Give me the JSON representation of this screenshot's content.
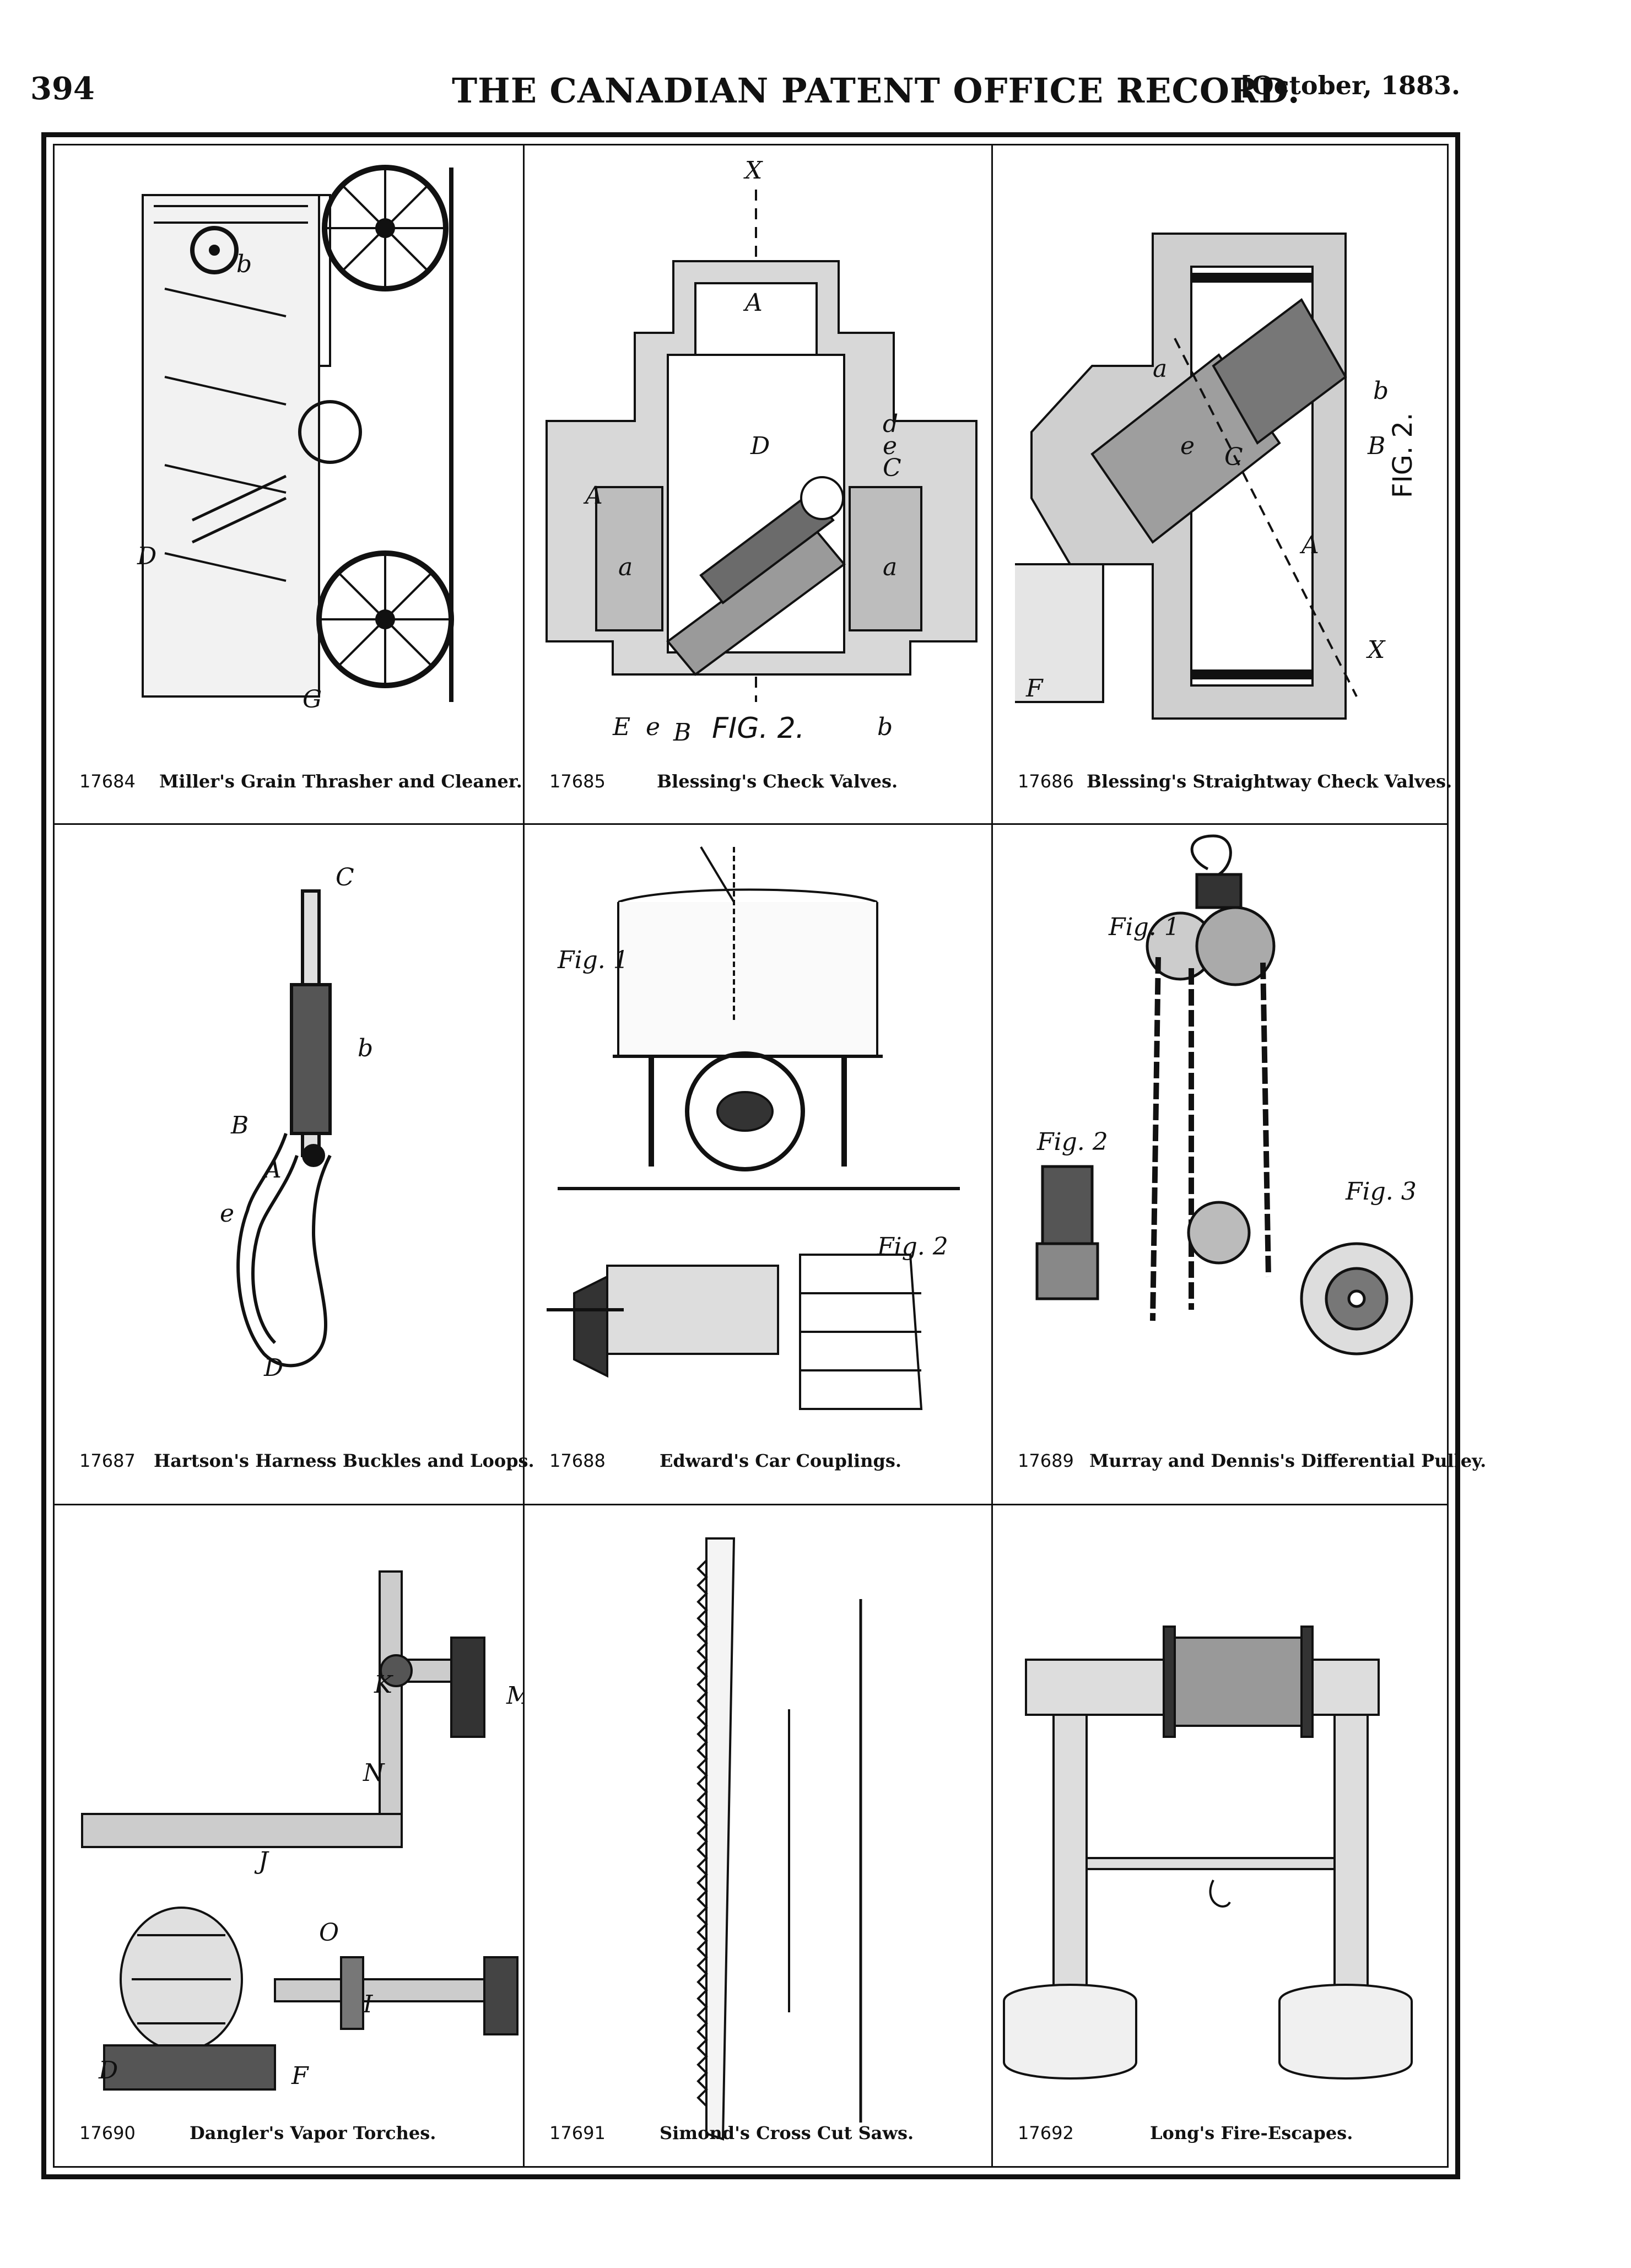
{
  "header": {
    "page_number": "394",
    "title": "THE CANADIAN PATENT OFFICE RECORD.",
    "date": "[October, 1883."
  },
  "patents": [
    {
      "number": "17684",
      "title": "Miller's Grain Thrasher and Cleaner."
    },
    {
      "number": "17685",
      "title": "Blessing's Check Valves."
    },
    {
      "number": "17686",
      "title": "Blessing's Straightway Check Valves."
    },
    {
      "number": "17687",
      "title": "Hartson's Harness Buckles and Loops."
    },
    {
      "number": "17688",
      "title": "Edward's Car Couplings."
    },
    {
      "number": "17689",
      "title": "Murray and Dennis's Differential Pulley."
    },
    {
      "number": "17690",
      "title": "Dangler's Vapor Torches."
    },
    {
      "number": "17691",
      "title": "Simond's Cross Cut Saws."
    },
    {
      "number": "17692",
      "title": "Long's Fire-Escapes."
    }
  ],
  "figure_labels": {
    "fig2_valve": "FIG. 2.",
    "fig2_straightway": "FIG. 2.",
    "fig1": "Fig. 1",
    "fig2": "Fig. 2",
    "fig3": "Fig. 3"
  }
}
